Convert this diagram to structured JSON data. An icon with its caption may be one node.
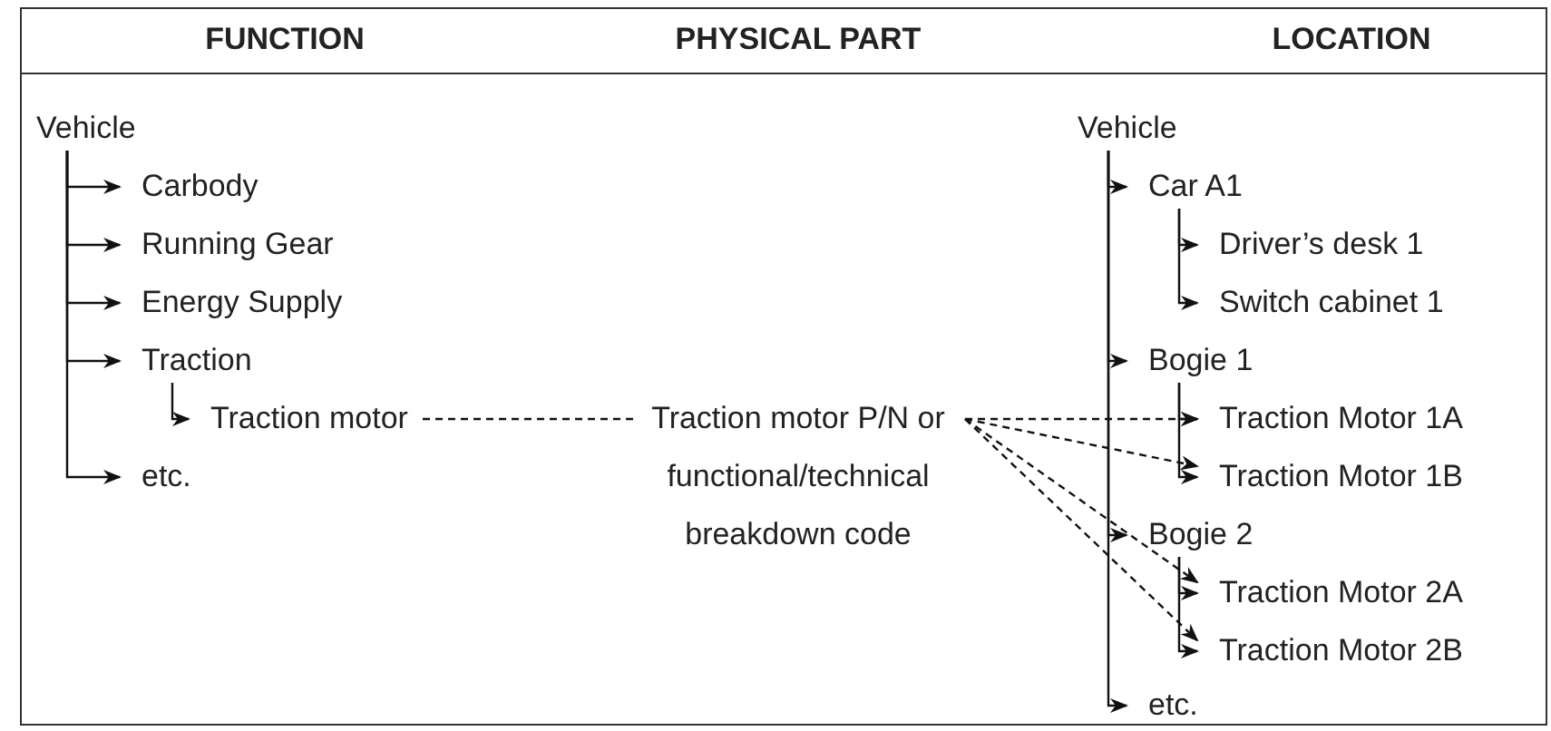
{
  "diagram": {
    "nodes": [
      {
        "text": [
          "Vehicle"
        ]
      },
      {
        "text": [
          "Carbody"
        ]
      },
      {
        "text": [
          "Running Gear"
        ]
      },
      {
        "text": [
          "Energy Supply"
        ]
      },
      {
        "text": [
          "Traction"
        ]
      },
      {
        "text": [
          "Traction motor"
        ]
      },
      {
        "text": [
          "etc."
        ]
      },
      {
        "text": [
          "Traction motor P/N or functional/technical breakdown code"
        ]
      },
      {
        "text": [
          "Vehicle"
        ]
      },
      {
        "text": [
          "Car A1"
        ]
      },
      {
        "text": [
          "Driver’s desk 1"
        ]
      },
      {
        "text": [
          "Switch cabinet 1"
        ]
      },
      {
        "text": [
          "Bogie 1"
        ]
      },
      {
        "text": [
          "Traction Motor 1A"
        ]
      },
      {
        "text": [
          "Traction Motor 1B"
        ]
      },
      {
        "text": [
          "Bogie 2"
        ]
      },
      {
        "text": [
          "Traction Motor 2A"
        ]
      },
      {
        "text": [
          "Traction Motor 2B"
        ]
      },
      {
        "text": [
          "etc."
        ]
      }
    ],
    "edges": [
      {
        "from": 0,
        "to": 1,
        "arrow": "to"
      },
      {
        "from": 0,
        "to": 2,
        "arrow": "to"
      },
      {
        "from": 0,
        "to": 3,
        "arrow": "to"
      },
      {
        "from": 0,
        "to": 4,
        "arrow": "to"
      },
      {
        "from": 4,
        "to": 5,
        "arrow": "to"
      },
      {
        "from": 0,
        "to": 6,
        "arrow": "to"
      },
      {
        "from": 5,
        "to": 7,
        "arrow": "none",
        "style": "dashed"
      },
      {
        "from": 7,
        "to": 13,
        "arrow": "to",
        "style": "dashed"
      },
      {
        "from": 7,
        "to": 14,
        "arrow": "to",
        "style": "dashed"
      },
      {
        "from": 7,
        "to": 16,
        "arrow": "to",
        "style": "dashed"
      },
      {
        "from": 7,
        "to": 17,
        "arrow": "to",
        "style": "dashed"
      },
      {
        "from": 8,
        "to": 9,
        "arrow": "to"
      },
      {
        "from": 9,
        "to": 10,
        "arrow": "to"
      },
      {
        "from": 9,
        "to": 11,
        "arrow": "to"
      },
      {
        "from": 8,
        "to": 12,
        "arrow": "to"
      },
      {
        "from": 12,
        "to": 13,
        "arrow": "to"
      },
      {
        "from": 12,
        "to": 14,
        "arrow": "to"
      },
      {
        "from": 8,
        "to": 15,
        "arrow": "to"
      },
      {
        "from": 15,
        "to": 16,
        "arrow": "to"
      },
      {
        "from": 15,
        "to": 17,
        "arrow": "to"
      },
      {
        "from": 8,
        "to": 18,
        "arrow": "to"
      }
    ],
    "labels": [
      "FUNCTION",
      "PHYSICAL PART",
      "LOCATION"
    ]
  }
}
